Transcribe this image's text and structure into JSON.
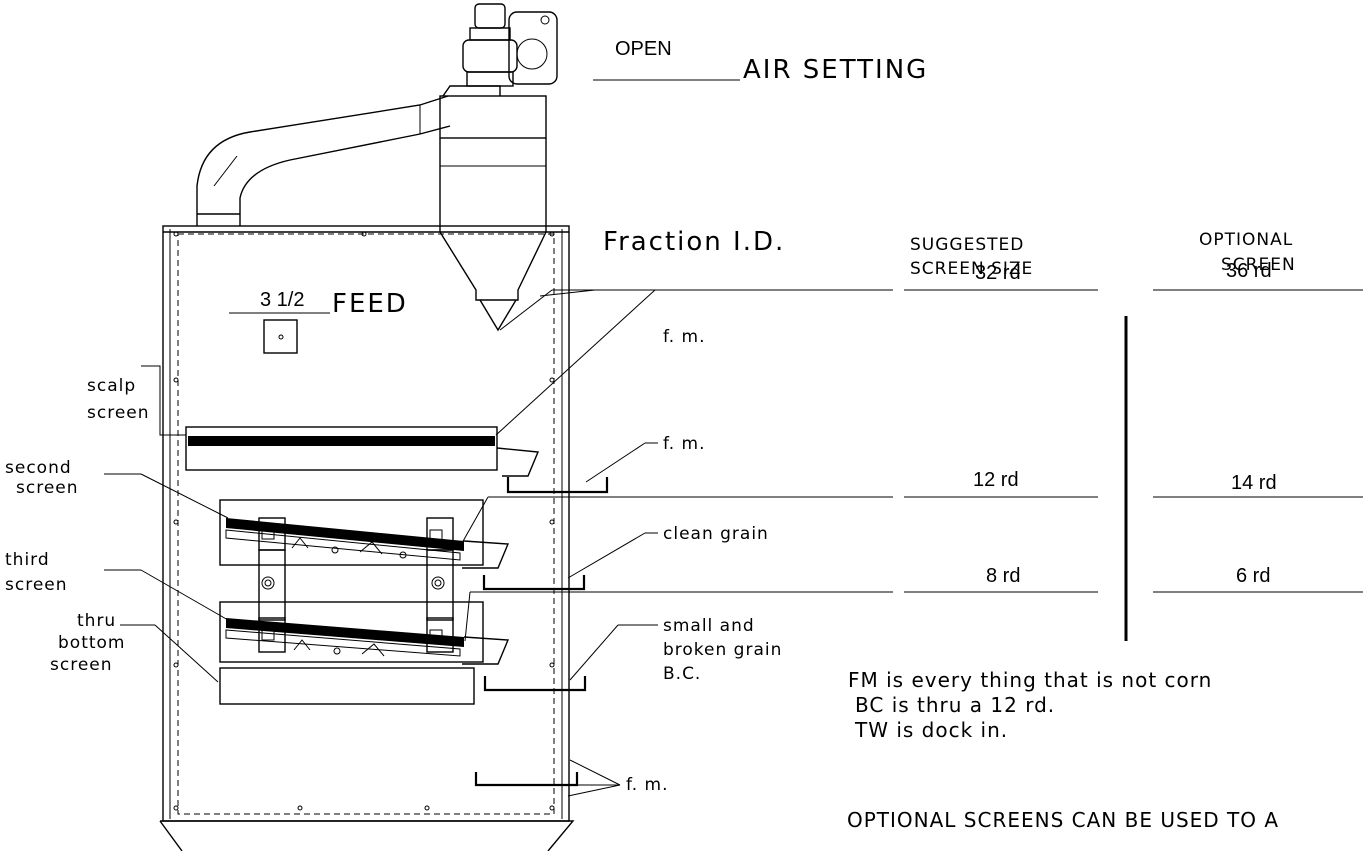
{
  "air_setting": {
    "value": "OPEN",
    "label": "AIR SETTING"
  },
  "feed": {
    "value": "3 1/2",
    "label": "FEED"
  },
  "columns": {
    "fraction_id": "Fraction I.D.",
    "suggested_line1": "SUGGESTED",
    "suggested_line2": "SCREEN SIZE",
    "optional_line1": "OPTIONAL",
    "optional_line2": "SCREEN"
  },
  "rows": [
    {
      "suggested": "32 rd",
      "optional": "36 rd"
    },
    {
      "suggested": "12 rd",
      "optional": "14 rd"
    },
    {
      "suggested": "8 rd",
      "optional": "6 rd"
    }
  ],
  "left_labels": {
    "scalp": [
      "scalp",
      "screen"
    ],
    "second": [
      "second",
      "screen"
    ],
    "third": [
      "third",
      "screen"
    ],
    "thru": [
      "thru",
      "bottom",
      "screen"
    ]
  },
  "right_labels": {
    "fm1": "f. m.",
    "fm2": "f. m.",
    "clean": "clean grain",
    "small": [
      "small and",
      "broken grain",
      "B.C."
    ],
    "fm3": "f. m."
  },
  "notes": [
    "FM is every thing that is not corn",
    "BC is thru a 12 rd.",
    "TW is dock in."
  ],
  "footer": "OPTIONAL SCREENS CAN BE USED TO A"
}
